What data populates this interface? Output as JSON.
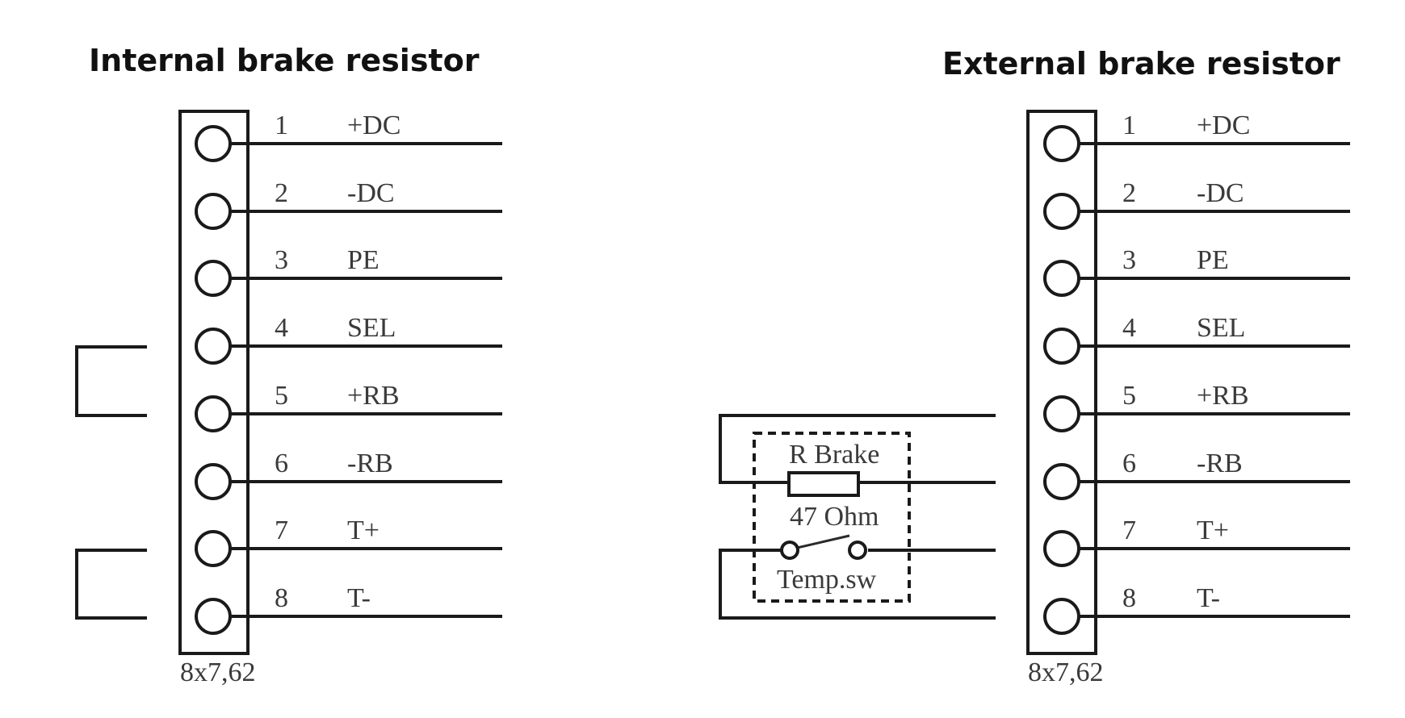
{
  "left_diagram": {
    "title": "Internal brake resistor",
    "connector_label": "8x7,62",
    "pins": [
      {
        "num": "1",
        "label": "+DC"
      },
      {
        "num": "2",
        "label": "-DC"
      },
      {
        "num": "3",
        "label": "PE"
      },
      {
        "num": "4",
        "label": "SEL"
      },
      {
        "num": "5",
        "label": "+RB"
      },
      {
        "num": "6",
        "label": "-RB"
      },
      {
        "num": "7",
        "label": "T+"
      },
      {
        "num": "8",
        "label": "T-"
      }
    ]
  },
  "right_diagram": {
    "title": "External brake resistor",
    "connector_label": "8x7,62",
    "pins": [
      {
        "num": "1",
        "label": "+DC"
      },
      {
        "num": "2",
        "label": "-DC"
      },
      {
        "num": "3",
        "label": "PE"
      },
      {
        "num": "4",
        "label": "SEL"
      },
      {
        "num": "5",
        "label": "+RB"
      },
      {
        "num": "6",
        "label": "-RB"
      },
      {
        "num": "7",
        "label": "T+"
      },
      {
        "num": "8",
        "label": "T-"
      }
    ],
    "resistor": {
      "name": "R Brake",
      "value": "47 Ohm"
    },
    "switch": {
      "name": "Temp.sw"
    }
  }
}
